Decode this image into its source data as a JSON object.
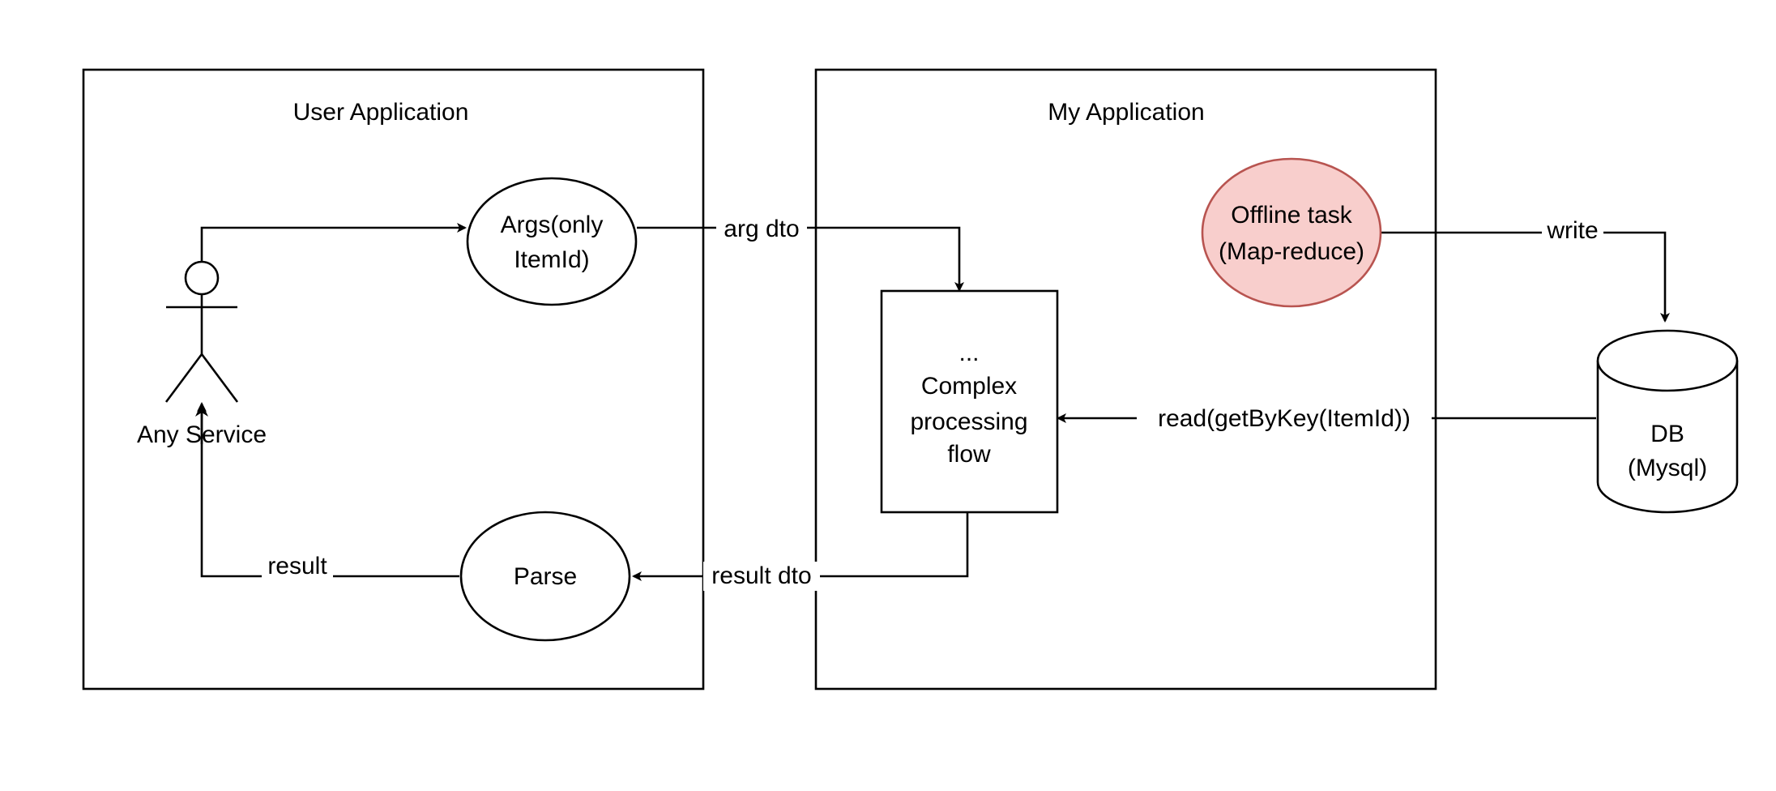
{
  "containers": {
    "user_app": {
      "title": "User Application"
    },
    "my_app": {
      "title": "My Application"
    }
  },
  "nodes": {
    "actor": {
      "label": "Any Service"
    },
    "args": {
      "line1": "Args(only",
      "line2": "ItemId)"
    },
    "parse": {
      "label": "Parse"
    },
    "offline": {
      "line1": "Offline task",
      "line2": "(Map-reduce)",
      "fill": "#f8cecc",
      "stroke": "#b85450"
    },
    "process": {
      "line1": "...",
      "line2": "Complex",
      "line3": "processing",
      "line4": "flow"
    },
    "db": {
      "line1": "DB",
      "line2": "(Mysql)"
    }
  },
  "edges": {
    "arg_dto": "arg dto",
    "write": "write",
    "read": "read(getByKey(ItemId))",
    "result_dto": "result dto",
    "result": "result"
  }
}
